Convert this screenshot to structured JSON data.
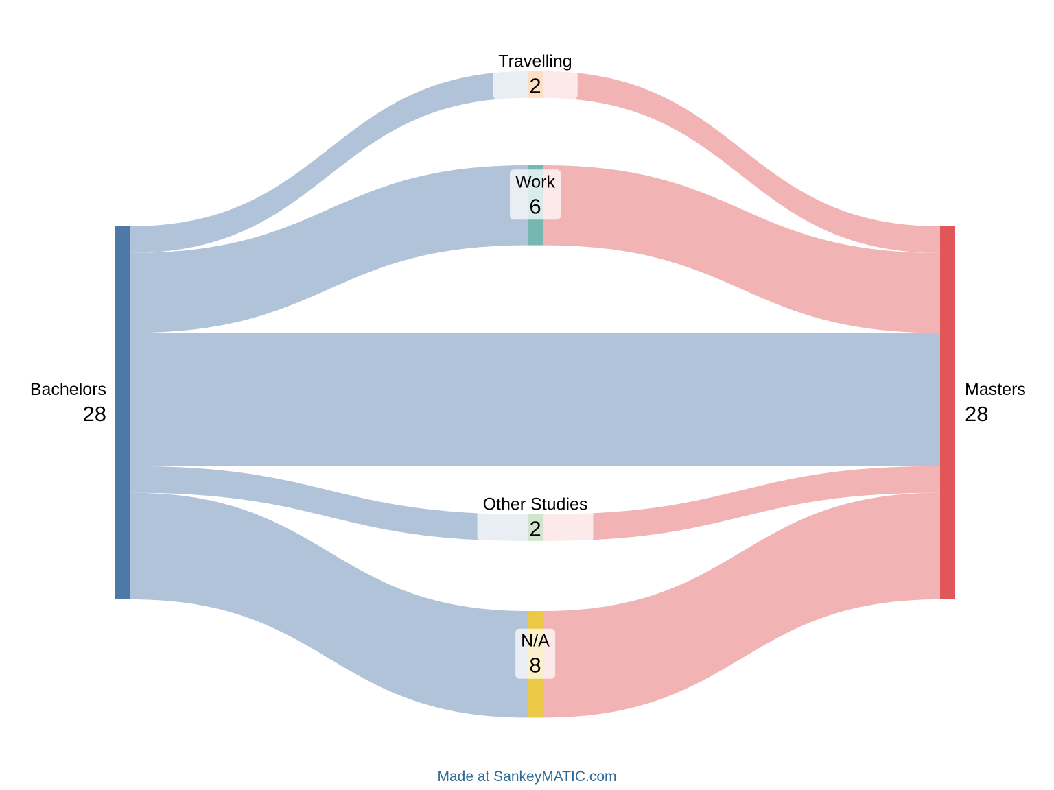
{
  "chart_data": {
    "type": "sankey",
    "title": "",
    "nodes": [
      {
        "name": "Bachelors",
        "value": "28",
        "color": "#4e79a7",
        "column": 0
      },
      {
        "name": "Travelling",
        "value": "2",
        "color": "#f28e2b",
        "column": 1
      },
      {
        "name": "Work",
        "value": "6",
        "color": "#76b7b2",
        "column": 1
      },
      {
        "name": "Other Studies",
        "value": "2",
        "color": "#59a14f",
        "column": 1
      },
      {
        "name": "N/A",
        "value": "8",
        "color": "#edc948",
        "column": 1
      },
      {
        "name": "Masters",
        "value": "28",
        "color": "#e15759",
        "column": 2
      }
    ],
    "flows": [
      {
        "source": "Bachelors",
        "target": "Travelling",
        "value": 2
      },
      {
        "source": "Bachelors",
        "target": "Work",
        "value": 6
      },
      {
        "source": "Bachelors",
        "target": "Masters",
        "value": 10
      },
      {
        "source": "Bachelors",
        "target": "Other Studies",
        "value": 2
      },
      {
        "source": "Bachelors",
        "target": "N/A",
        "value": 8
      },
      {
        "source": "Travelling",
        "target": "Masters",
        "value": 2
      },
      {
        "source": "Work",
        "target": "Masters",
        "value": 6
      },
      {
        "source": "Other Studies",
        "target": "Masters",
        "value": 2
      },
      {
        "source": "N/A",
        "target": "Masters",
        "value": 8
      }
    ],
    "flow_colors": {
      "Bachelors": "#b0c3d8",
      "default": "#f2b3b5"
    }
  },
  "footer": {
    "text": "Made at SankeyMATIC.com",
    "color": "#2e6b95"
  }
}
